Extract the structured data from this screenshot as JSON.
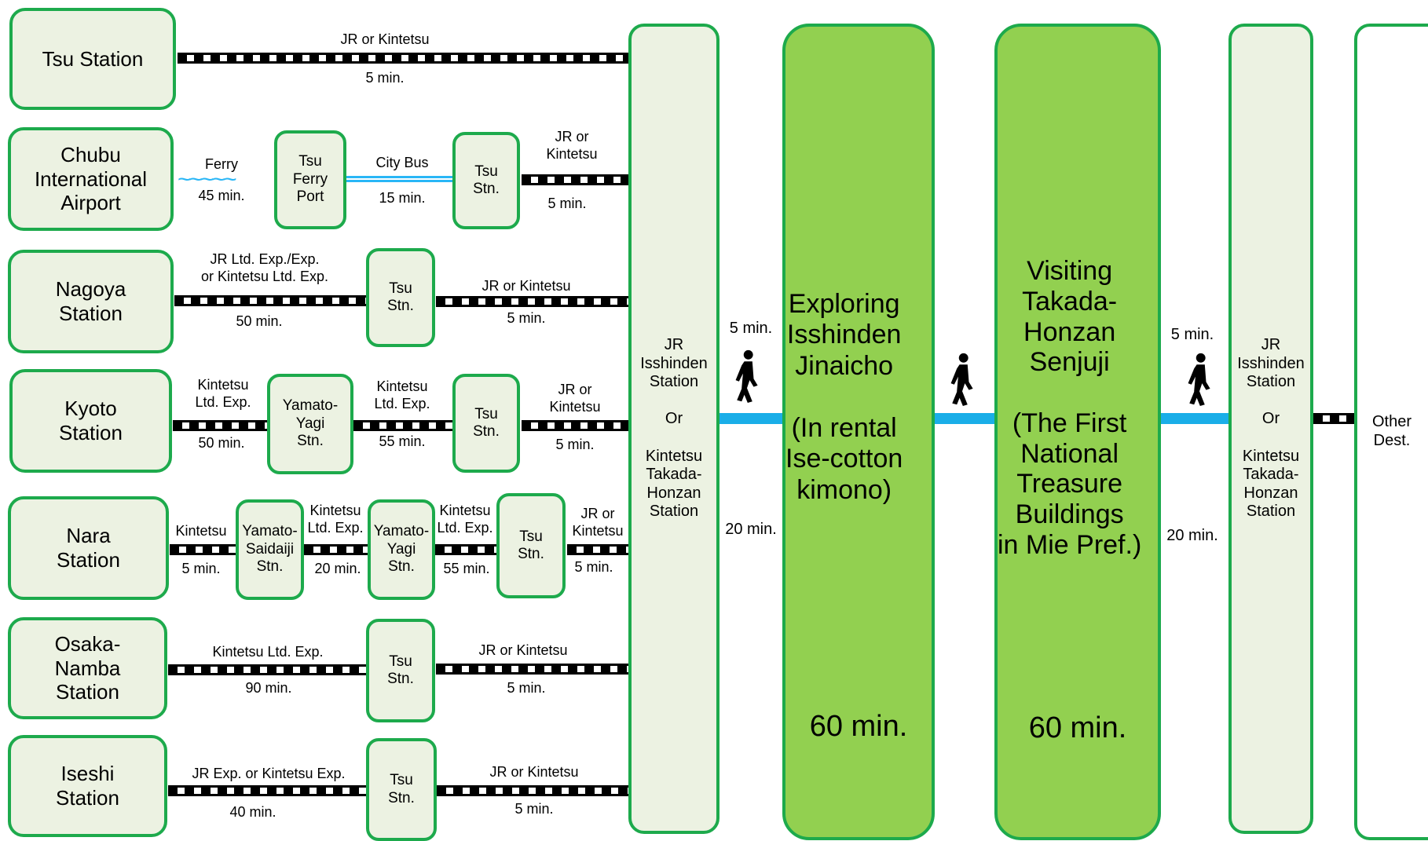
{
  "origins": {
    "tsu_station": "Tsu Station",
    "chubu": "Chubu\nInternational\nAirport",
    "nagoya": "Nagoya\nStation",
    "kyoto": "Kyoto\nStation",
    "nara": "Nara\nStation",
    "osaka": "Osaka-\nNamba\nStation",
    "iseshi": "Iseshi\nStation"
  },
  "transfer": {
    "tsu_ferry_port": "Tsu\nFerry\nPort",
    "tsu_stn": "Tsu\nStn.",
    "yamato_yagi": "Yamato-\nYagi\nStn.",
    "yamato_saidaiji": "Yamato-\nSaidaiji\nStn."
  },
  "labels": {
    "jr_or_kintetsu": "JR or Kintetsu",
    "jr_or_kintetsu_2line": "JR or\nKintetsu",
    "ferry": "Ferry",
    "city_bus": "City Bus",
    "nagoya_ltd": "JR Ltd. Exp./Exp.\nor Kintetsu Ltd. Exp.",
    "kintetsu_ltd_exp_2line": "Kintetsu\nLtd. Exp.",
    "kintetsu": "Kintetsu",
    "kintetsu_ltd_exp": "Kintetsu Ltd. Exp.",
    "jr_exp_or_kintetsu_exp": "JR Exp. or Kintetsu Exp."
  },
  "times": {
    "t5": "5 min.",
    "t15": "15 min.",
    "t20": "20 min.",
    "t40": "40 min.",
    "t45": "45 min.",
    "t50": "50 min.",
    "t55": "55 min.",
    "t60": "60 min.",
    "t90": "90 min."
  },
  "arrival_station": "JR\nIsshinden\nStation\n\nOr\n\nKintetsu\nTakada-\nHonzan\nStation",
  "activity1": {
    "title": "Exploring\nIsshinden\nJinaicho\n\n(In rental\nIse-cotton\nkimono)"
  },
  "activity2": {
    "title": "Visiting\nTakada-\nHonzan\nSenjuji\n\n(The First\nNational\nTreasure\nBuildings\nin Mie Pref.)"
  },
  "other_dest": "Other\nDest.",
  "colors": {
    "box_border": "#1daa4c",
    "box_fill": "#ecf2e2",
    "activity_fill": "#92d050",
    "walk_line": "#1aaee8",
    "bus_line": "#29b6f6"
  },
  "icons": {
    "walking": "walking-person-icon",
    "ferry_waves": "ferry-wave-icon"
  }
}
